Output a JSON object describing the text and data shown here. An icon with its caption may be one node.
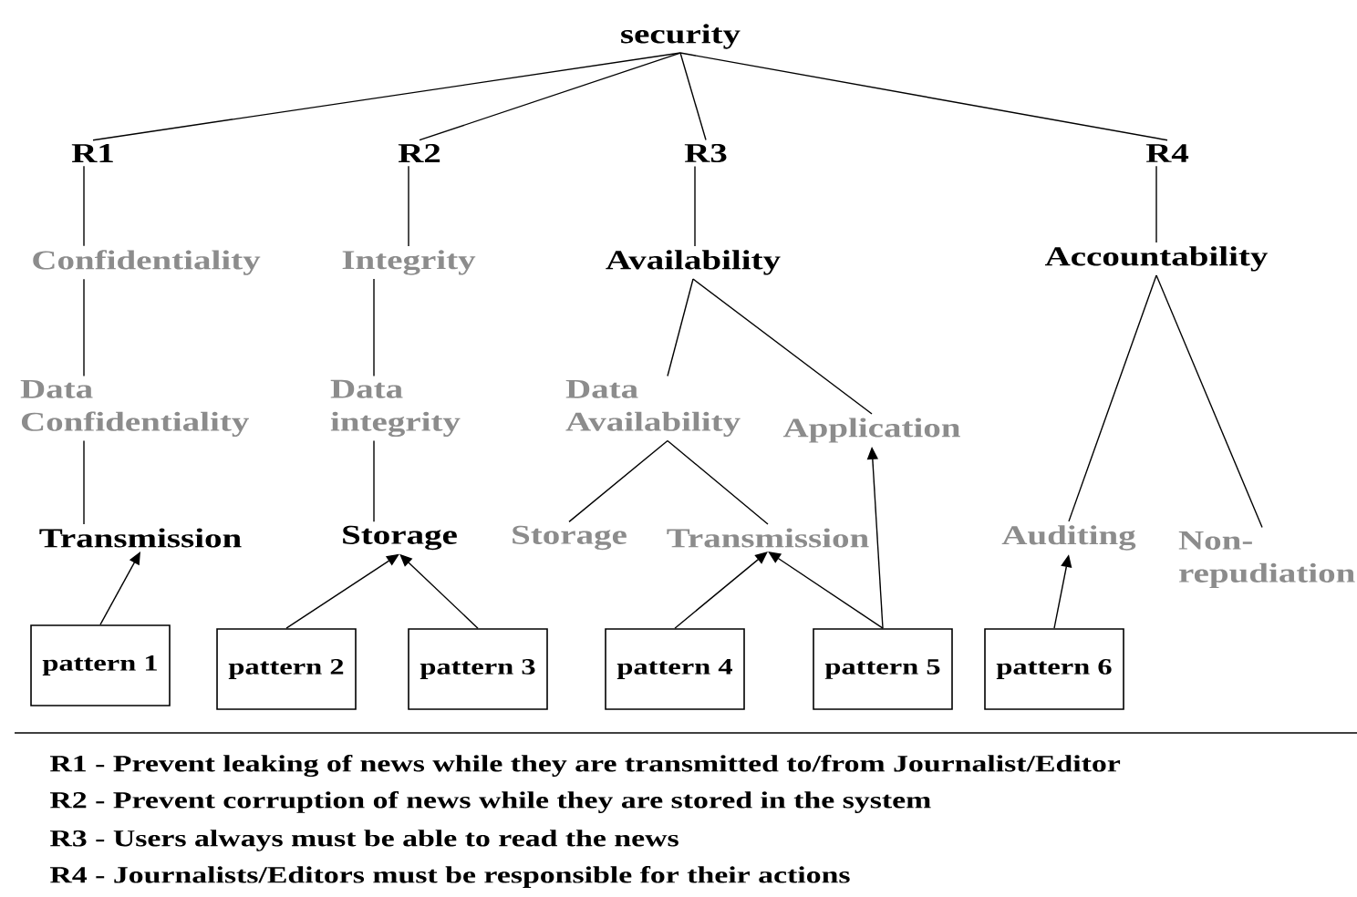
{
  "diagram": {
    "nodes": [
      {
        "text": [
          "security"
        ]
      },
      {
        "text": [
          "R1"
        ]
      },
      {
        "text": [
          "R2"
        ]
      },
      {
        "text": [
          "R3"
        ]
      },
      {
        "text": [
          "R4"
        ]
      },
      {
        "text": [
          "Confidentiality"
        ]
      },
      {
        "text": [
          "Integrity"
        ]
      },
      {
        "text": [
          "Availability"
        ]
      },
      {
        "text": [
          "Accountability"
        ]
      },
      {
        "text": [
          "Data Confidentiality"
        ]
      },
      {
        "text": [
          "Data integrity"
        ]
      },
      {
        "text": [
          "Data Availability"
        ]
      },
      {
        "text": [
          "Application"
        ]
      },
      {
        "text": [
          "Transmission"
        ]
      },
      {
        "text": [
          "Storage"
        ]
      },
      {
        "text": [
          "Storage"
        ]
      },
      {
        "text": [
          "Transmission"
        ]
      },
      {
        "text": [
          "Auditing"
        ]
      },
      {
        "text": [
          "Non-repudiation"
        ]
      },
      {
        "text": [
          "pattern 1"
        ]
      },
      {
        "text": [
          "pattern 2"
        ]
      },
      {
        "text": [
          "pattern 3"
        ]
      },
      {
        "text": [
          "pattern 4"
        ]
      },
      {
        "text": [
          "pattern 5"
        ]
      },
      {
        "text": [
          "pattern 6"
        ]
      }
    ],
    "edges": [
      {
        "from": 0,
        "to": 1,
        "arrow": "none"
      },
      {
        "from": 0,
        "to": 2,
        "arrow": "none"
      },
      {
        "from": 0,
        "to": 3,
        "arrow": "none"
      },
      {
        "from": 0,
        "to": 4,
        "arrow": "none"
      },
      {
        "from": 1,
        "to": 5,
        "arrow": "none"
      },
      {
        "from": 2,
        "to": 6,
        "arrow": "none"
      },
      {
        "from": 3,
        "to": 7,
        "arrow": "none"
      },
      {
        "from": 4,
        "to": 8,
        "arrow": "none"
      },
      {
        "from": 5,
        "to": 9,
        "arrow": "none"
      },
      {
        "from": 6,
        "to": 10,
        "arrow": "none"
      },
      {
        "from": 7,
        "to": 11,
        "arrow": "none"
      },
      {
        "from": 7,
        "to": 12,
        "arrow": "none"
      },
      {
        "from": 8,
        "to": 17,
        "arrow": "none"
      },
      {
        "from": 8,
        "to": 18,
        "arrow": "none"
      },
      {
        "from": 9,
        "to": 13,
        "arrow": "none"
      },
      {
        "from": 10,
        "to": 14,
        "arrow": "none"
      },
      {
        "from": 11,
        "to": 15,
        "arrow": "none"
      },
      {
        "from": 11,
        "to": 16,
        "arrow": "none"
      },
      {
        "from": 19,
        "to": 13,
        "arrow": "to"
      },
      {
        "from": 20,
        "to": 14,
        "arrow": "to"
      },
      {
        "from": 21,
        "to": 14,
        "arrow": "to"
      },
      {
        "from": 22,
        "to": 16,
        "arrow": "to"
      },
      {
        "from": 23,
        "to": 16,
        "arrow": "to"
      },
      {
        "from": 23,
        "to": 12,
        "arrow": "to"
      },
      {
        "from": 24,
        "to": 17,
        "arrow": "to"
      }
    ],
    "labels": [
      "R1 - Prevent leaking of news while they are transmitted to/from Journalist/Editor",
      "R2 - Prevent corruption of news while they are stored in the system",
      "R3 - Users always must be able to read the news",
      "R4 - Journalists/Editors must be responsible for their actions"
    ]
  }
}
